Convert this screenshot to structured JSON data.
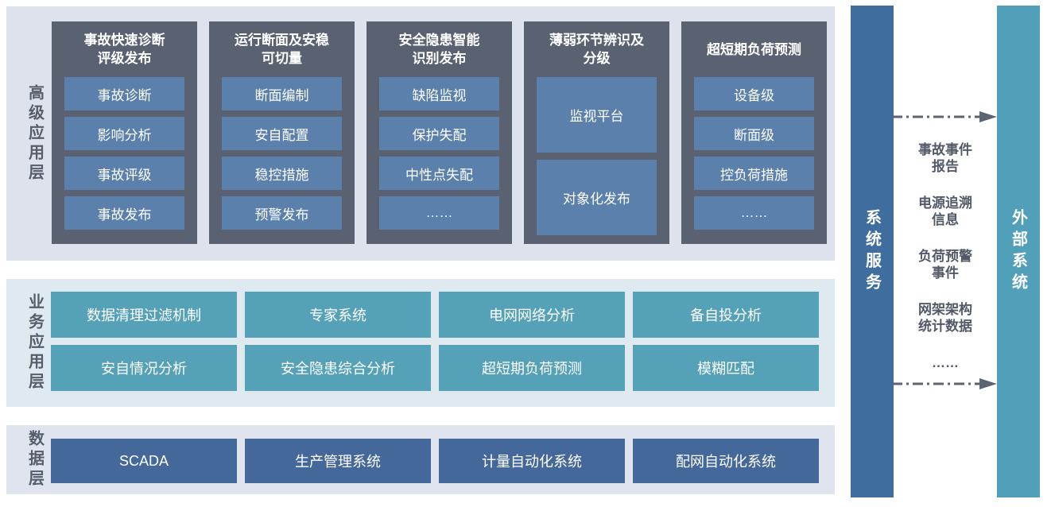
{
  "palette": {
    "panel_top_bg": "#dee2ed",
    "panel_mid_bg": "#deeaf0",
    "panel_bot_bg": "#dfe4ef",
    "column_bg": "#5a6272",
    "chip_bg": "#5a80ab",
    "business_box_bg": "#55a1b7",
    "data_box_bg": "#44689a",
    "system_service_bar_bg": "#3f6d9d",
    "external_system_bar_bg": "#529fba",
    "arrow_color": "#5b6472"
  },
  "layers": {
    "advanced": {
      "label": "高级应用层",
      "columns": [
        {
          "title1": "事故快速诊断",
          "title2": "评级发布",
          "items": [
            "事故诊断",
            "影响分析",
            "事故评级",
            "事故发布"
          ]
        },
        {
          "title1": "运行断面及安稳",
          "title2": "可切量",
          "items": [
            "断面编制",
            "安自配置",
            "稳控措施",
            "预警发布"
          ]
        },
        {
          "title1": "安全隐患智能",
          "title2": "识别发布",
          "items": [
            "缺陷监视",
            "保护失配",
            "中性点失配",
            "……"
          ]
        },
        {
          "title1": "薄弱环节辨识及",
          "title2": "分级",
          "items": [
            "监视平台",
            "对象化发布"
          ]
        },
        {
          "title1": "超短期负荷预测",
          "title2": "",
          "items": [
            "设备级",
            "断面级",
            "控负荷措施",
            "……"
          ]
        }
      ]
    },
    "business": {
      "label": "业务应用层",
      "rows": [
        [
          "数据清理过滤机制",
          "专家系统",
          "电网网络分析",
          "备自投分析"
        ],
        [
          "安自情况分析",
          "安全隐患综合分析",
          "超短期负荷预测",
          "模糊匹配"
        ]
      ]
    },
    "data": {
      "label": "数据层",
      "items": [
        "SCADA",
        "生产管理系统",
        "计量自动化系统",
        "配网自动化系统"
      ]
    }
  },
  "system_service": {
    "label": "系统服务"
  },
  "external_system": {
    "label": "外部系统"
  },
  "exchange": {
    "items": [
      "事故事件报告",
      "电源追溯信息",
      "负荷预警事件",
      "网架架构统计数据",
      "……"
    ]
  }
}
